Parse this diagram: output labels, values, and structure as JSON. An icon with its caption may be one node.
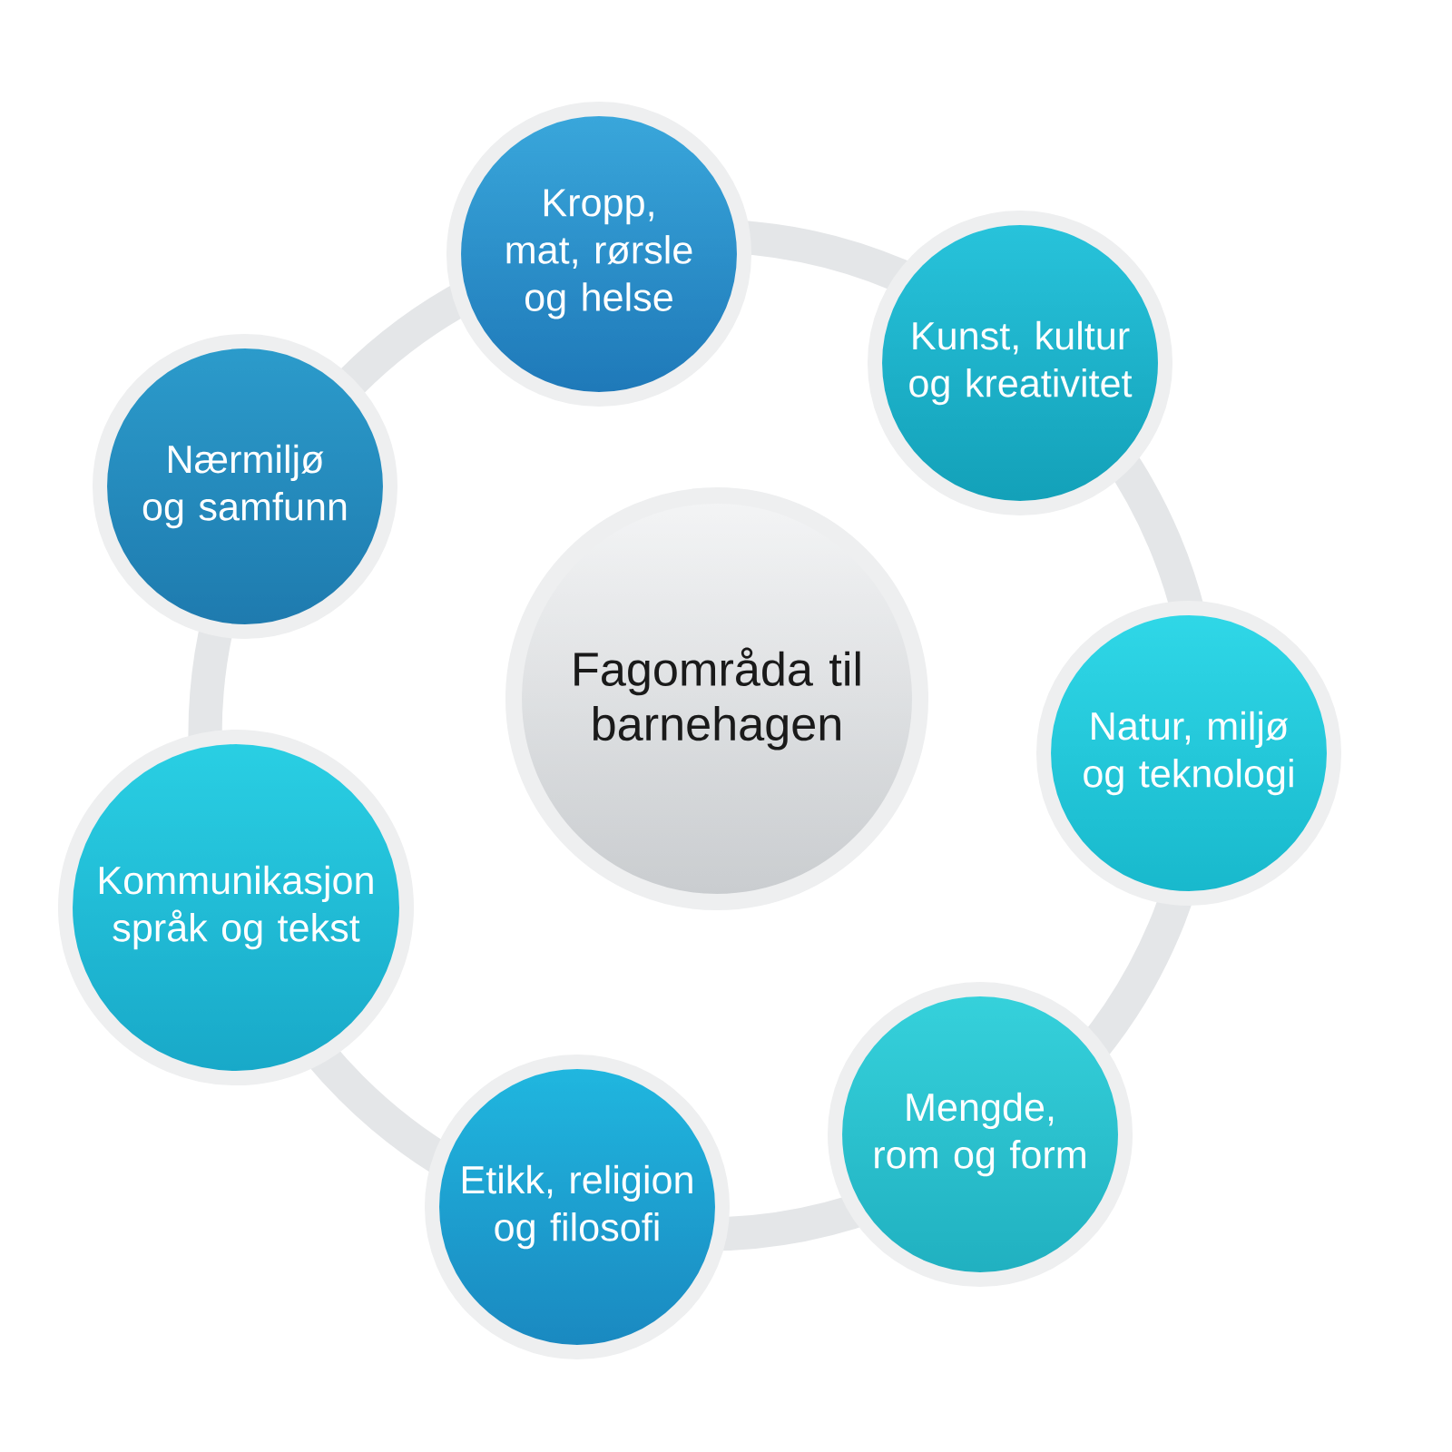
{
  "diagram": {
    "nodes": [
      {
        "text": [
          "Fagområda til barnehagen"
        ]
      },
      {
        "text": [
          "Kropp, mat, rørsle og helse"
        ]
      },
      {
        "text": [
          "Kunst, kultur og kreativitet"
        ]
      },
      {
        "text": [
          "Natur, miljø og teknologi"
        ]
      },
      {
        "text": [
          "Mengde, rom og form"
        ]
      },
      {
        "text": [
          "Etikk, religion og filosofi"
        ]
      },
      {
        "text": [
          "Kommunikasjon språk og tekst"
        ]
      },
      {
        "text": [
          "Nærmiljø og samfunn"
        ]
      }
    ]
  }
}
